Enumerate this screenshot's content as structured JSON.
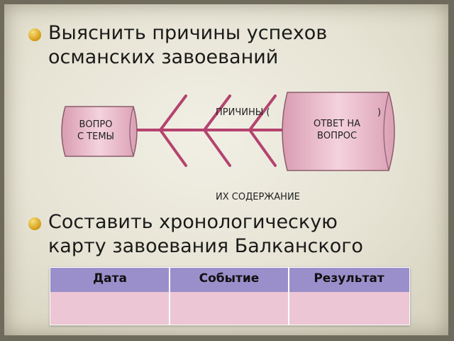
{
  "bullets": [
    {
      "text_line1": "Выяснить причины успехов",
      "text_line2": "османских завоеваний"
    },
    {
      "text_line1": "Составить хронологическую",
      "text_line2": "карту завоевания Балканского"
    }
  ],
  "diagram": {
    "question_label_line1": "ВОПРО",
    "question_label_line2": "С ТЕМЫ",
    "answer_label_line1": "ОТВЕТ НА",
    "answer_label_line2": "ВОПРОС",
    "causes_label": "ПРИЧИНЫ (",
    "causes_label_tail": ")",
    "content_label": "ИХ СОДЕРЖАНИЕ"
  },
  "table": {
    "headers": [
      "Дата",
      "Событие",
      "Результат"
    ]
  },
  "colors": {
    "fishbone_line": "#b4436f",
    "scroll_fill": "#e9b7c7",
    "table_header": "#9b8fcb",
    "table_body": "#ecc6d4",
    "bullet_dot": "#d69b13"
  }
}
